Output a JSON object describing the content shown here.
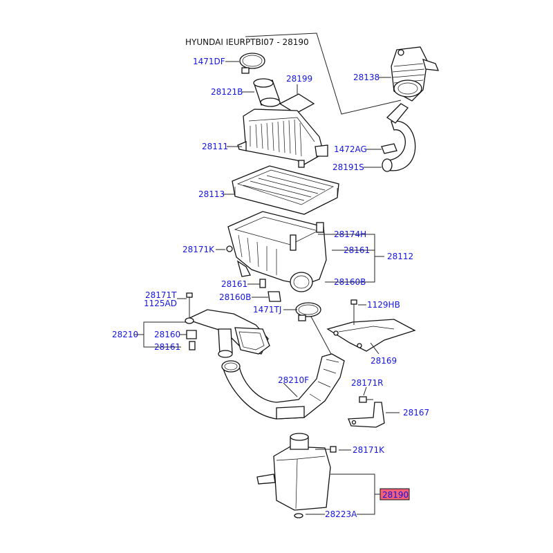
{
  "title": "HYUNDAI IEURPTBI07 - 28190",
  "highlight_color": "#f2607a",
  "label_color": "#1414e0",
  "labels": {
    "p1471DF": "1471DF",
    "p28121B": "28121B",
    "p28199": "28199",
    "p28111": "28111",
    "p28113": "28113",
    "p28138": "28138",
    "p1472AG": "1472AG",
    "p28191S": "28191S",
    "p28174H": "28174H",
    "p28161a": "28161",
    "p28112": "28112",
    "p28171Ka": "28171K",
    "p28161b": "28161",
    "p28160Ba": "28160B",
    "p28160Bb": "28160B",
    "p28171T": "28171T",
    "p1125AD": "1125AD",
    "p1471TJ": "1471TJ",
    "p1129HB": "1129HB",
    "p28210": "28210",
    "p28160": "28160",
    "p28161c": "28161",
    "p28169": "28169",
    "p28210F": "28210F",
    "p28171R": "28171R",
    "p28167": "28167",
    "p28171Kb": "28171K",
    "p28190": "28190",
    "p28223A": "28223A"
  }
}
